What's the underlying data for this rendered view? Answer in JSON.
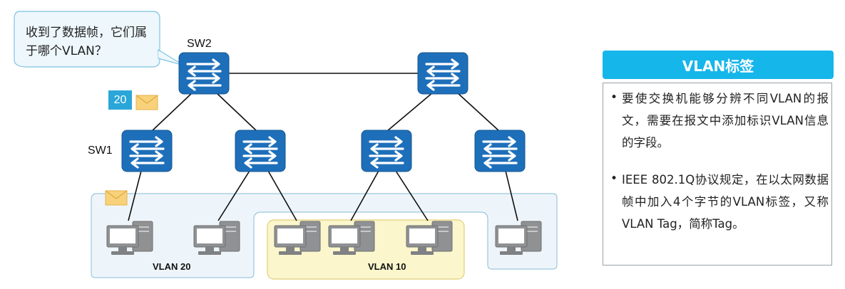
{
  "speech_bubble": {
    "text": "收到了数据帧，它们属于哪个VLAN？"
  },
  "labels": {
    "sw2": "SW2",
    "sw1": "SW1",
    "tag_value": "20"
  },
  "vlan_groups": [
    {
      "name": "VLAN 20"
    },
    {
      "name": "VLAN 10"
    }
  ],
  "icons": [
    "switch-icon",
    "computer-icon",
    "envelope-icon"
  ],
  "colors": {
    "switch": "#1e6fba",
    "vlan20_fill": "#eef5fa",
    "vlan20_border": "#9cc6df",
    "vlan10_fill": "#fbf6cc",
    "vlan10_border": "#e2cf77",
    "tag": "#2aa6d8",
    "envelope": "#f8d27a",
    "panel_header": "#15b6ea"
  },
  "panel": {
    "title": "VLAN标签",
    "bullets": [
      "要使交换机能够分辨不同VLAN的报文，需要在报文中添加标识VLAN信息的字段。",
      "IEEE 802.1Q协议规定，在以太网数据帧中加入4个字节的VLAN标签，又称VLAN Tag，简称Tag。"
    ]
  }
}
